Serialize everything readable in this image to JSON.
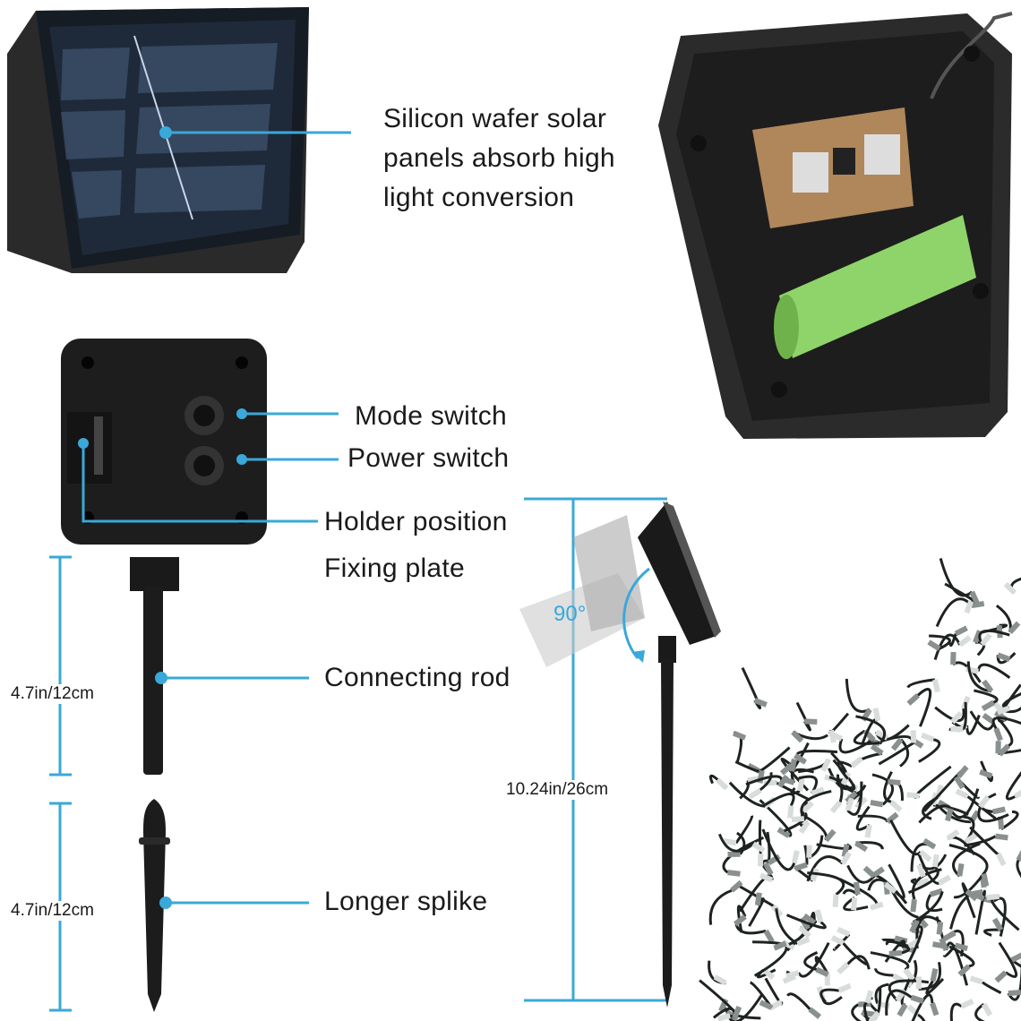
{
  "accent_color": "#3aa8d8",
  "labels": {
    "solar_panel": [
      "Silicon wafer solar",
      "panels absorb high",
      "light conversion"
    ],
    "mode_switch": "Mode switch",
    "power_switch": "Power switch",
    "holder_position": "Holder position",
    "fixing_plate": "Fixing plate",
    "connecting_rod": "Connecting rod",
    "longer_spike": "Longer splike"
  },
  "dimensions": {
    "rod_length": "4.7in/12cm",
    "spike_length": "4.7in/12cm",
    "total_height": "10.24in/26cm",
    "tilt_angle": "90°"
  }
}
